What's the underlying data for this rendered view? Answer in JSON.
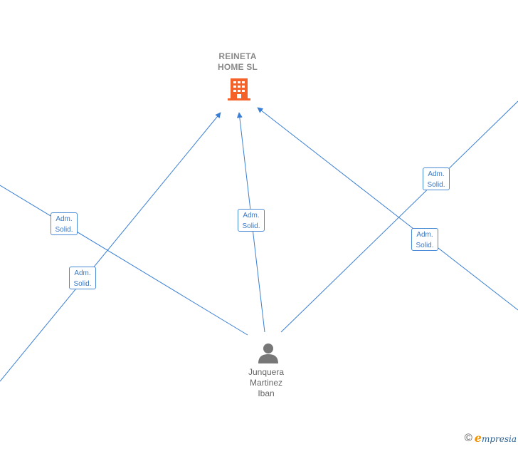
{
  "company": {
    "name_line1": "REINETA",
    "name_line2": "HOME  SL",
    "icon": "building-icon",
    "icon_color": "#f4622a"
  },
  "person": {
    "name_line1": "Junquera",
    "name_line2": "Martinez",
    "name_line3": "Iban",
    "icon": "person-icon",
    "icon_color": "#777777"
  },
  "edges": [
    {
      "id": "edge-1",
      "label_line1": "Adm.",
      "label_line2": "Solid."
    },
    {
      "id": "edge-2",
      "label_line1": "Adm.",
      "label_line2": "Solid."
    },
    {
      "id": "edge-3",
      "label_line1": "Adm.",
      "label_line2": "Solid."
    },
    {
      "id": "edge-4",
      "label_line1": "Adm.",
      "label_line2": "Solid."
    },
    {
      "id": "edge-5",
      "label_line1": "Adm.",
      "label_line2": "Solid."
    }
  ],
  "colors": {
    "edge": "#3a7fd5",
    "label_text": "#3a78c4"
  },
  "footer": {
    "copyright": "©",
    "brand_initial": "e",
    "brand_rest": "mpresia"
  }
}
